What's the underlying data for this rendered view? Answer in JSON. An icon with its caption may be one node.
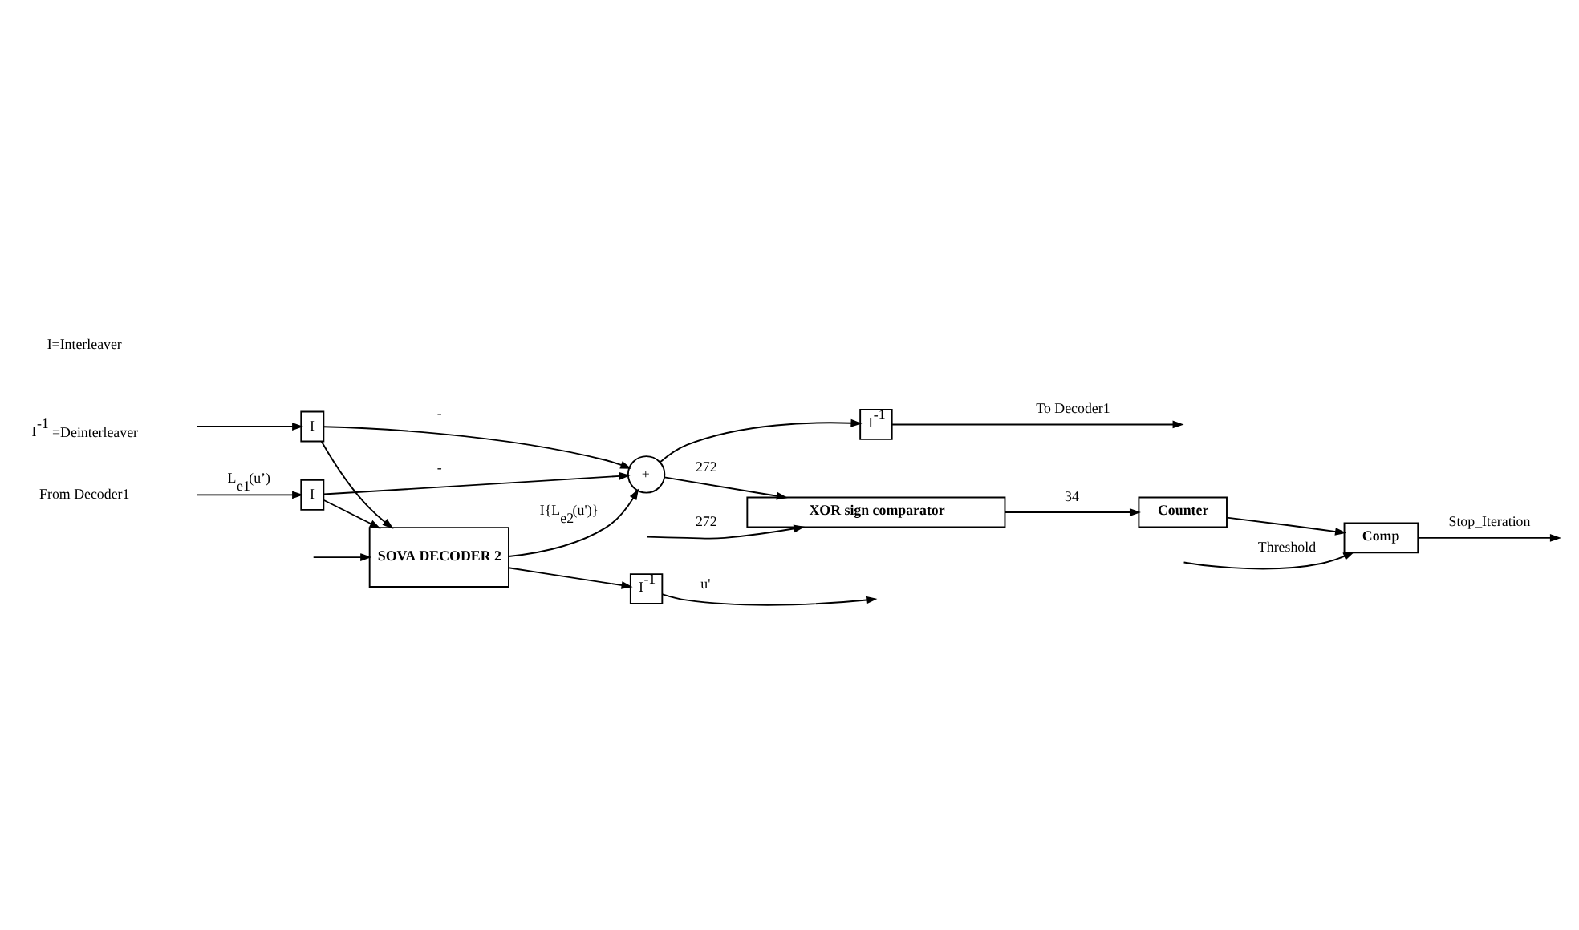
{
  "diagram": {
    "nodes": [
      {
        "text": [
          "I"
        ]
      },
      {
        "text": [
          "I"
        ]
      },
      {
        "text": [
          "SOVA DECODER 2"
        ]
      },
      {
        "text": [
          "+"
        ]
      },
      {
        "text": [
          "I$^{-1}$"
        ]
      },
      {
        "text": [
          "I$^{-1}$"
        ]
      },
      {
        "text": [
          "XOR sign comparator"
        ]
      },
      {
        "text": [
          "Counter"
        ]
      },
      {
        "text": [
          "Comp"
        ]
      }
    ],
    "edges": [
      {
        "from": null,
        "to": 0,
        "arrow": "to",
        "label": "L$_{e1}$(u’)"
      },
      {
        "from": 0,
        "to": 2,
        "arrow": "to"
      },
      {
        "from": null,
        "to": 1,
        "arrow": "to"
      },
      {
        "from": 1,
        "to": 2,
        "arrow": "to"
      },
      {
        "from": null,
        "to": 2,
        "arrow": "to"
      },
      {
        "from": 2,
        "to": 3,
        "arrow": "to",
        "label": "I{L$_{e2}$(u')}"
      },
      {
        "from": 0,
        "to": 3,
        "arrow": "to",
        "label": "-"
      },
      {
        "from": 1,
        "to": 3,
        "arrow": "to",
        "label": "-"
      },
      {
        "from": 3,
        "to": 5,
        "arrow": "to"
      },
      {
        "from": 5,
        "to": null,
        "arrow": "to",
        "label": "To Decoder1"
      },
      {
        "from": 2,
        "to": 4,
        "arrow": "to"
      },
      {
        "from": 4,
        "to": null,
        "arrow": "to",
        "label": "u'"
      },
      {
        "from": null,
        "to": 6,
        "arrow": "to",
        "label": "272"
      },
      {
        "from": 3,
        "to": 6,
        "arrow": "to",
        "label": "272"
      },
      {
        "from": 6,
        "to": 7,
        "arrow": "to",
        "label": "34"
      },
      {
        "from": 7,
        "to": 8,
        "arrow": "to"
      },
      {
        "from": null,
        "to": 8,
        "arrow": "to",
        "label": "Threshold"
      },
      {
        "from": 8,
        "to": null,
        "arrow": "to",
        "label": "Stop_Iteration"
      }
    ],
    "labels": [
      "From Decoder1",
      "I=Interleaver",
      "I$^{-1}$ =Deinterleaver"
    ]
  }
}
